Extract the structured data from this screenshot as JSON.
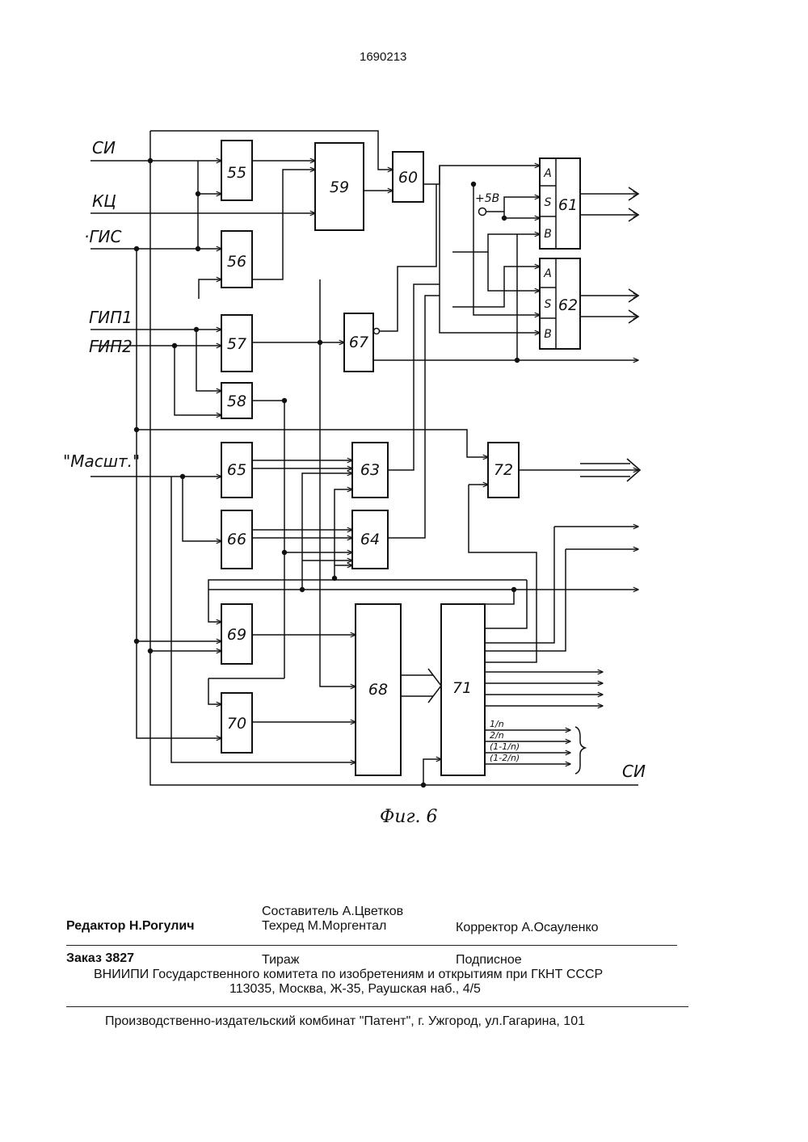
{
  "page_number": "1690213",
  "inputs": {
    "si": "СИ",
    "kc": "КЦ",
    "gis": "·ГИС",
    "gip1": "ГИП1",
    "gip2": "ГИП2",
    "masht": "\"Масшт.\""
  },
  "blocks": {
    "b55": "55",
    "b56": "56",
    "b57": "57",
    "b58": "58",
    "b59": "59",
    "b60": "60",
    "b61": "61",
    "b62": "62",
    "b63": "63",
    "b64": "64",
    "b65": "65",
    "b66": "66",
    "b67": "67",
    "b68": "68",
    "b69": "69",
    "b70": "70",
    "b71": "71",
    "b72": "72"
  },
  "ports": {
    "a": "A",
    "s": "S",
    "b": "B"
  },
  "supply": "+5В",
  "outputs": {
    "o1": "1/n",
    "o2": "2/n",
    "o3": "(1-1/n)",
    "o4": "(1-2/n)",
    "si": "СИ"
  },
  "figure_caption": "Фиг. 6",
  "colophon": {
    "compiler": "Составитель А.Цветков",
    "editor": "Редактор Н.Рогулич",
    "techred": "Техред М.Моргентал",
    "corrector": "Корректор А.Осауленко",
    "order": "Заказ 3827",
    "circulation": "Тираж",
    "subscription": "Подписное",
    "institute": "ВНИИПИ Государственного комитета по изобретениям и открытиям при ГКНТ СССР",
    "address": "113035, Москва, Ж-35, Раушская наб., 4/5",
    "publisher": "Производственно-издательский комбинат \"Патент\", г. Ужгород, ул.Гагарина, 101"
  }
}
